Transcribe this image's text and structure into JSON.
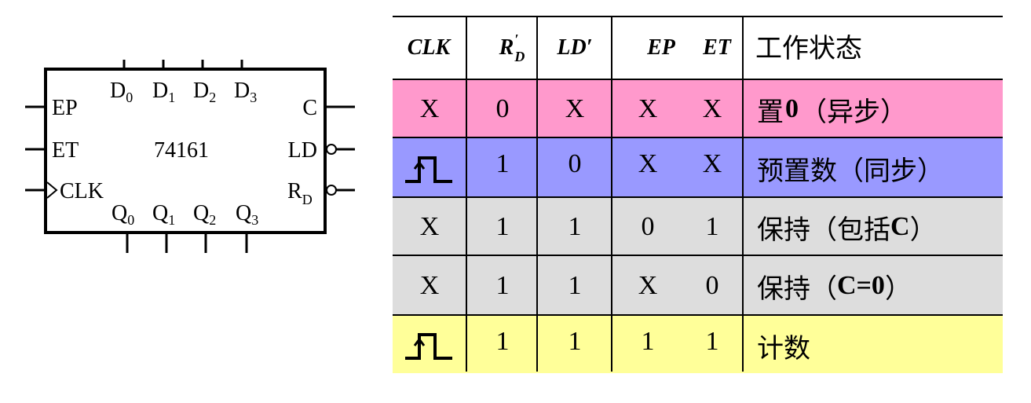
{
  "chip": {
    "name": "74161",
    "left_pins": [
      "EP",
      "ET",
      "CLK"
    ],
    "right_pins": [
      "C",
      "LD",
      "R"
    ],
    "right_pin_sub": "D",
    "top_pins": [
      {
        "letter": "D",
        "sub": "0"
      },
      {
        "letter": "D",
        "sub": "1"
      },
      {
        "letter": "D",
        "sub": "2"
      },
      {
        "letter": "D",
        "sub": "3"
      }
    ],
    "bottom_pins": [
      {
        "letter": "Q",
        "sub": "0"
      },
      {
        "letter": "Q",
        "sub": "1"
      },
      {
        "letter": "Q",
        "sub": "2"
      },
      {
        "letter": "Q",
        "sub": "3"
      }
    ]
  },
  "table": {
    "headers": {
      "clk": "CLK",
      "rd_main": "R",
      "rd_sub": "D",
      "rd_prime": "′",
      "ld": "LD′",
      "ep": "EP",
      "et": "ET",
      "state": "工作状态"
    },
    "rows": [
      {
        "clk": "X",
        "rd": "0",
        "ld": "X",
        "ep": "X",
        "et": "X",
        "state_a": "置",
        "state_b": "0",
        "state_c": "（异步）",
        "color": "#ff99cc"
      },
      {
        "clk": "pulse",
        "rd": "1",
        "ld": "0",
        "ep": "X",
        "et": "X",
        "state_a": "预置数（同步）",
        "state_b": "",
        "state_c": "",
        "color": "#9999ff"
      },
      {
        "clk": "X",
        "rd": "1",
        "ld": "1",
        "ep": "0",
        "et": "1",
        "state_a": "保持（包括",
        "state_b": "C",
        "state_c": "）",
        "color": "#dddddd"
      },
      {
        "clk": "X",
        "rd": "1",
        "ld": "1",
        "ep": "X",
        "et": "0",
        "state_a": "保持（",
        "state_b": "C=0",
        "state_c": "）",
        "color": "#dddddd"
      },
      {
        "clk": "pulse",
        "rd": "1",
        "ld": "1",
        "ep": "1",
        "et": "1",
        "state_a": "计数",
        "state_b": "",
        "state_c": "",
        "color": "#ffff99"
      }
    ]
  }
}
